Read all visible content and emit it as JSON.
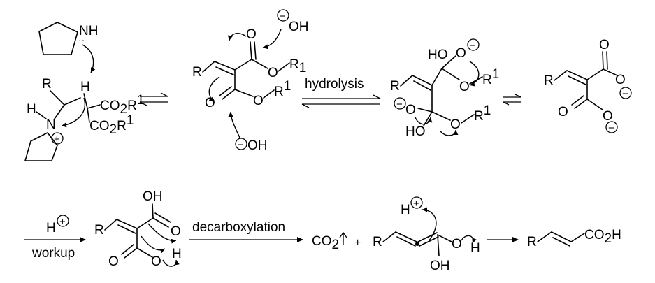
{
  "reagents": {
    "hydrolysis": "hydrolysis",
    "decarboxylation": "decarboxylation",
    "workup": "workup",
    "h_plus": "H",
    "co2": "CO",
    "co2_sub": "2",
    "plus": "+"
  },
  "atoms": {
    "N": "N",
    "NH": "NH",
    "H": "H",
    "R": "R",
    "O": "O",
    "OH": "OH",
    "HO": "HO",
    "CO2R1_a": "CO",
    "CO2R1_sub": "2",
    "R_letter": "R",
    "sup1": "1",
    "sub1": "1",
    "CO2H": "CO",
    "CO2H_sub": "2",
    "CO2H_end": "H"
  },
  "charges": {
    "plus": "+",
    "minus": "−"
  }
}
